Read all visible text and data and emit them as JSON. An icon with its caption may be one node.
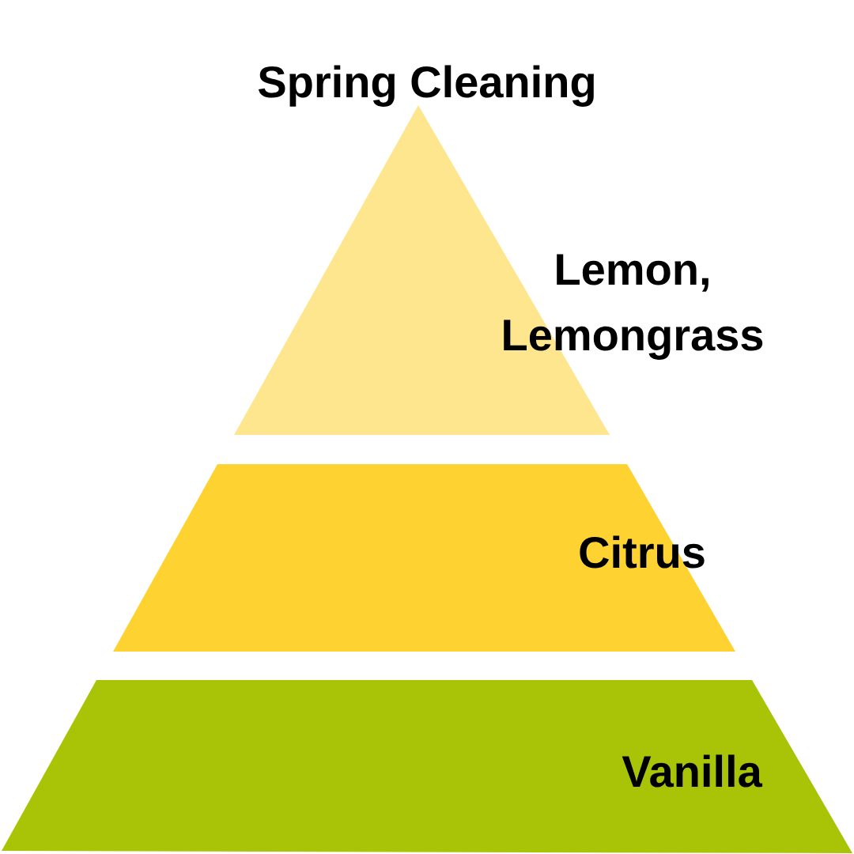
{
  "diagram": {
    "title": "Spring Cleaning",
    "nodes": [
      {
        "text": [
          "Lemon, Lemongrass"
        ]
      },
      {
        "text": [
          "Citrus"
        ]
      },
      {
        "text": [
          "Vanilla"
        ]
      }
    ]
  }
}
